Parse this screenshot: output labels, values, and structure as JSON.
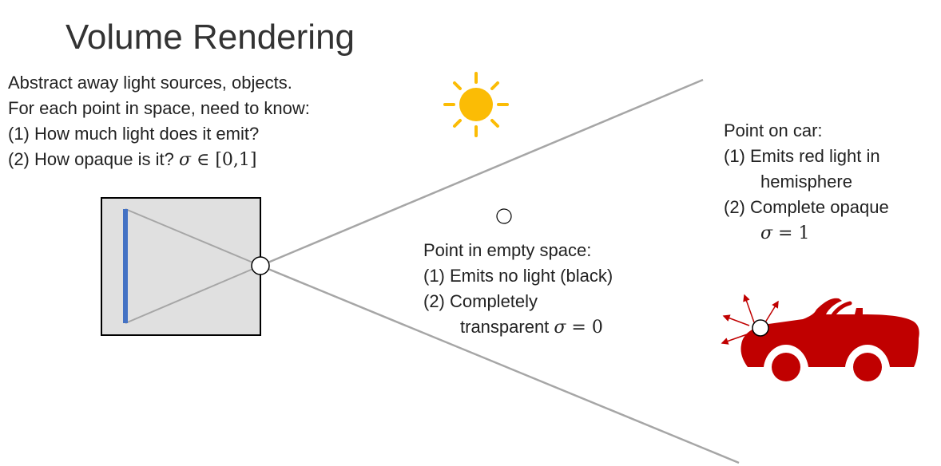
{
  "title": "Volume Rendering",
  "intro": {
    "line1": "Abstract away light sources, objects.",
    "line2": "For each point in space, need to know:",
    "item1": "(1) How much light does it emit?",
    "item2_text": "(2) How opaque is it?",
    "item2_math_sigma": "σ",
    "item2_math_rest": " ∈ [0,1]"
  },
  "empty_space": {
    "heading": "Point in empty space:",
    "item1": "(1)  Emits no light (black)",
    "item2_line1": "(2)  Completely",
    "item2_line2_text": "transparent ",
    "item2_sigma": "σ",
    "item2_value": " = 0"
  },
  "car_point": {
    "heading": "Point on car:",
    "item1_line1": "(1)  Emits red light in",
    "item1_line2": "hemisphere",
    "item2_line1": "(2)  Complete opaque",
    "item2_sigma": "σ",
    "item2_value": " = 1"
  },
  "colors": {
    "sun": "#fbbc05",
    "car": "#c00000",
    "sensor": "#4472c4",
    "ray": "#a6a6a6",
    "camera_fill": "#e0e0e0"
  },
  "icons": [
    "sun-icon",
    "car-icon",
    "camera-icon",
    "light-arrow-icon"
  ]
}
